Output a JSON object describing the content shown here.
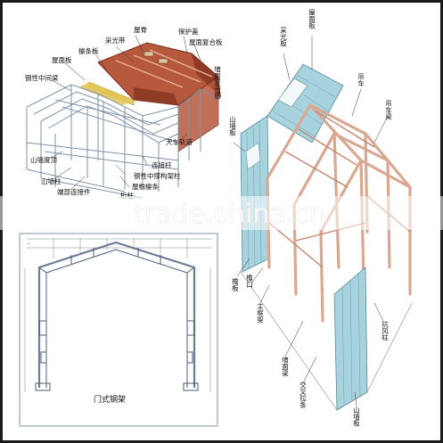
{
  "top_left": {
    "labels": [
      "屋脊",
      "采光带",
      "保护盖",
      "檩条板",
      "屋面板",
      "屋面复合板",
      "钢性中间梁",
      "墙面复合板",
      "天车轨道",
      "连接杆",
      "钢性中撑构架柱",
      "山墙度顶",
      "山墙柱",
      "端部连接件",
      "桁柱",
      "屋檐檩条"
    ]
  },
  "right": {
    "labels": [
      "采光板",
      "屋面板",
      "吊车",
      "吊车梁",
      "山墙板",
      "檐板",
      "檐口",
      "主框架",
      "抗风柱",
      "墙面梁",
      "交叉拉条",
      "山墙板"
    ]
  },
  "bottom_left": {
    "title": "门式钢架"
  },
  "watermark": "trade.china.cn",
  "colors": {
    "roof_red": "#b6583b",
    "light_blue": "#a6d3de",
    "beam_pink": "#d9a892",
    "steel_blue": "#7c8fa6"
  }
}
